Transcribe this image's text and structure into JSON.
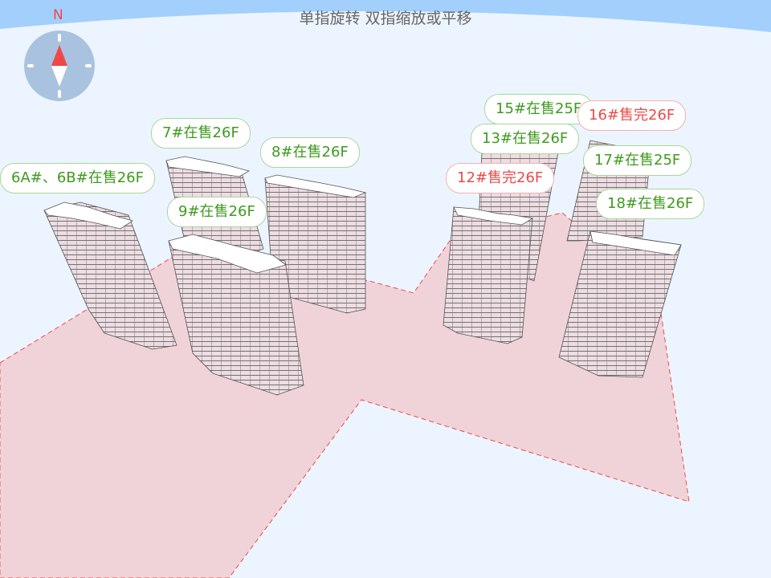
{
  "hint": "单指旋转 双指缩放或平移",
  "compass": {
    "north_label": "N",
    "icon": "compass-icon"
  },
  "colors": {
    "sky": "#a3cffc",
    "ground": "#ecf5ff",
    "site": "#f0d3d8",
    "on_sale": "#3e9a1e",
    "sold_out": "#f04848"
  },
  "buildings": [
    {
      "label": "6A#、6B#在售26F",
      "status": "on_sale"
    },
    {
      "label": "7#在售26F",
      "status": "on_sale"
    },
    {
      "label": "8#在售26F",
      "status": "on_sale"
    },
    {
      "label": "9#在售26F",
      "status": "on_sale"
    },
    {
      "label": "15#在售25F",
      "status": "on_sale"
    },
    {
      "label": "16#售完26F",
      "status": "sold_out"
    },
    {
      "label": "13#在售26F",
      "status": "on_sale"
    },
    {
      "label": "12#售完26F",
      "status": "sold_out"
    },
    {
      "label": "17#在售25F",
      "status": "on_sale"
    },
    {
      "label": "18#在售26F",
      "status": "on_sale"
    }
  ]
}
